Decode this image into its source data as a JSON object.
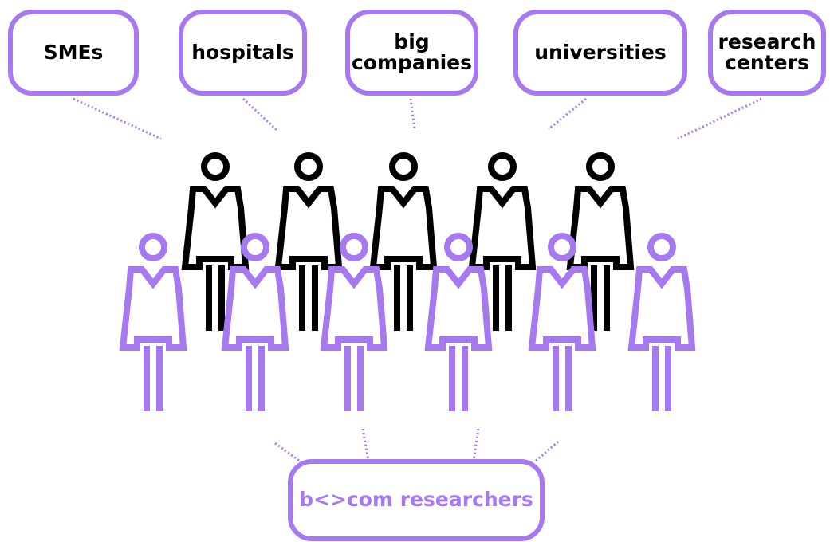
{
  "colors": {
    "accent": "#a679f0",
    "dark": "#000000",
    "background": "#ffffff"
  },
  "partners": [
    {
      "label": "SMEs"
    },
    {
      "label": "hospitals"
    },
    {
      "label": "big\ncompanies"
    },
    {
      "label": "universities"
    },
    {
      "label": "research\ncenters"
    }
  ],
  "researchers": {
    "label": "b<>com researchers"
  },
  "figures": {
    "partner_people_count": 5,
    "researcher_people_count": 6
  }
}
